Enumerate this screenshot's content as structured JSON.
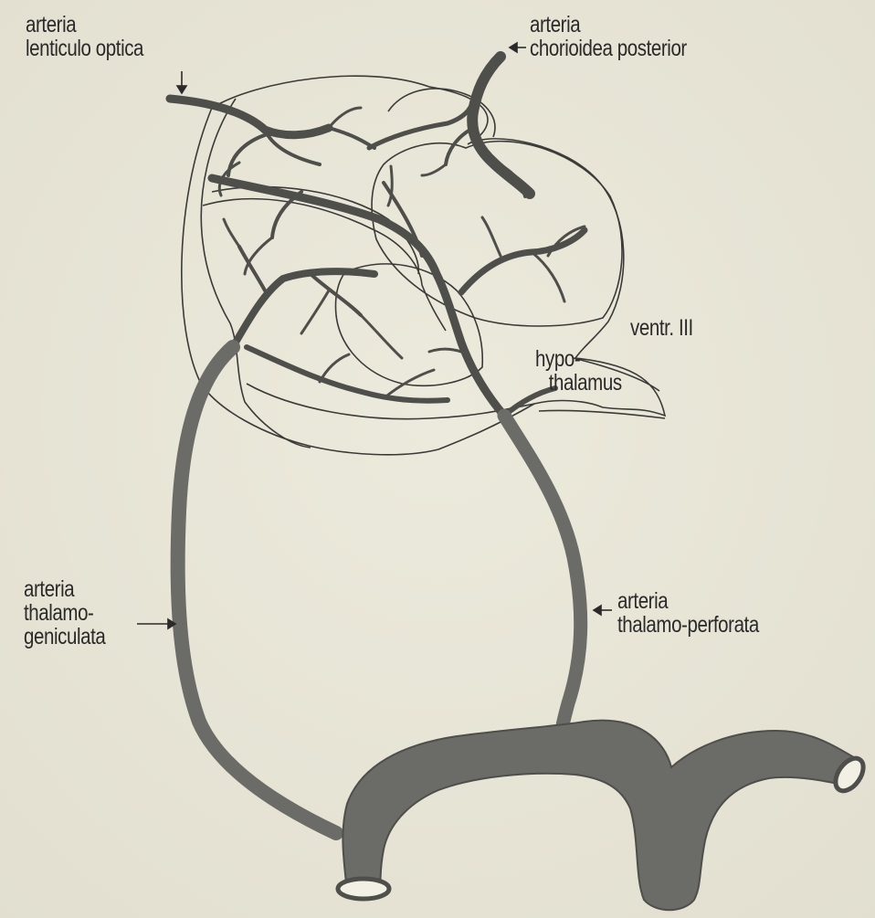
{
  "labels": {
    "lenticulo_optica": [
      "arteria",
      "lenticulo optica"
    ],
    "chorioidea_posterior": [
      "arteria",
      "chorioidea posterior"
    ],
    "ventr_iii": "ventr. III",
    "hypothalamus": [
      "hypo-",
      "thalamus"
    ],
    "thalamo_geniculata": [
      "arteria",
      "thalamo-",
      "geniculata"
    ],
    "thalamo_perforata": [
      "arteria",
      "thalamo-perforata"
    ]
  },
  "colors": {
    "background": "#e9e6d8",
    "vessel": "#6b6b68",
    "vessel_dark": "#4e4e4b",
    "outline": "#3a3a38"
  }
}
